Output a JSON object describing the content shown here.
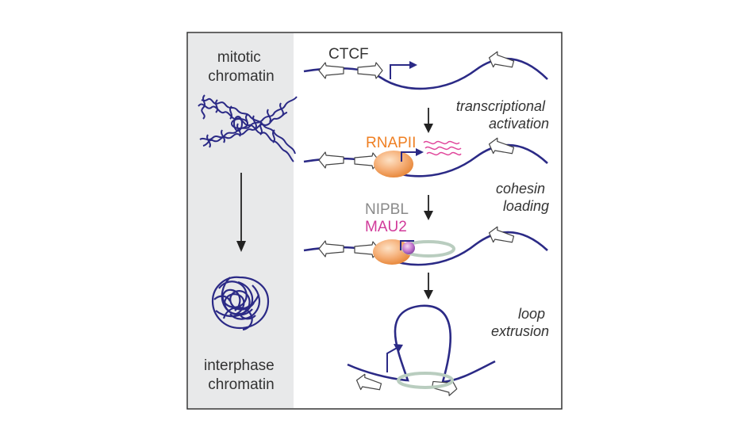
{
  "left_panel": {
    "top_label": [
      "mitotic",
      "chromatin"
    ],
    "bottom_label": [
      "interphase",
      "chromatin"
    ]
  },
  "right_panel": {
    "ctcf_label": "CTCF",
    "step1_label": [
      "transcriptional",
      "activation"
    ],
    "rnapii_label": "RNAPII",
    "step2_label": [
      "cohesin",
      "loading"
    ],
    "nipbl_label": "NIPBL",
    "mau2_label": "MAU2",
    "step3_label": [
      "loop",
      "extrusion"
    ]
  },
  "colors": {
    "chromatin": "#2b2a86",
    "rnapii": "#ef7f22",
    "nipbl": "#8a8a8a",
    "mau2": "#d13a9a",
    "rna": "#e0449a",
    "cohesin": "#b9cdbf",
    "ctcf_fill": "#ffffff",
    "left_bg": "#e8e9ea",
    "arrow": "#222222"
  }
}
